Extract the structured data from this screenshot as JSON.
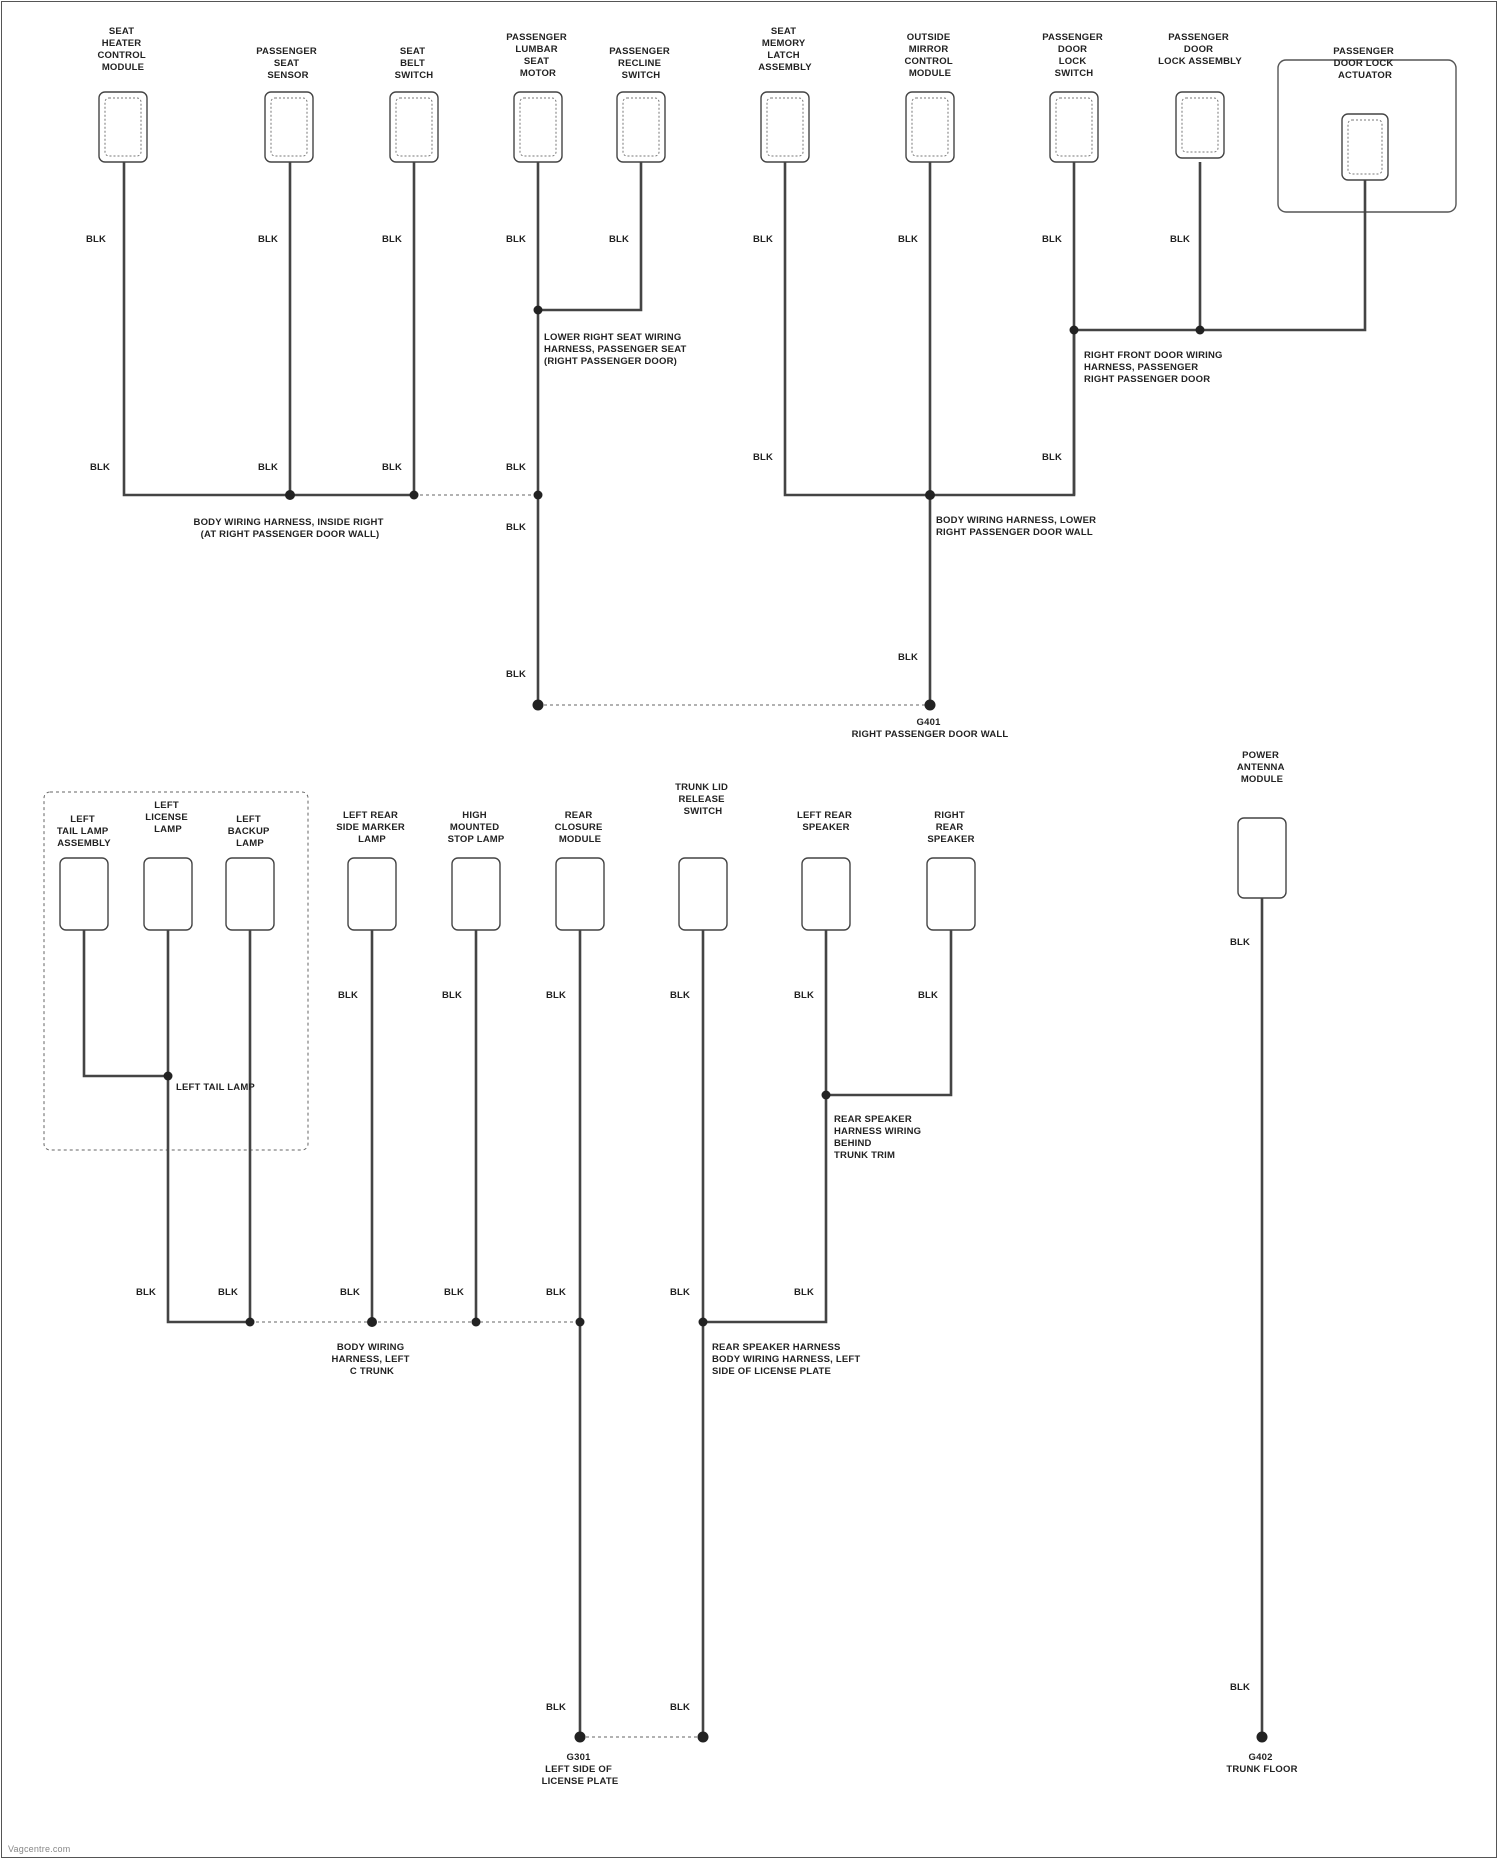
{
  "diagram": {
    "footer": "Vagcentre.com",
    "colors": {
      "wire": "#444444",
      "background": "#ffffff"
    },
    "top_components": [
      {
        "id": "c1",
        "label": [
          "SEAT",
          "HEATER",
          "CONTROL",
          "MODULE"
        ]
      },
      {
        "id": "c2",
        "label": [
          "PASSENGER",
          "SEAT",
          "SENSOR"
        ]
      },
      {
        "id": "c3",
        "label": [
          "SEAT",
          "BELT",
          "SWITCH"
        ]
      },
      {
        "id": "c4",
        "label": [
          "PASSENGER",
          "LUMBAR",
          "SEAT",
          "MOTOR"
        ]
      },
      {
        "id": "c5",
        "label": [
          "PASSENGER",
          "RECLINE",
          "SWITCH"
        ]
      },
      {
        "id": "c6",
        "label": [
          "SEAT",
          "MEMORY",
          "LATCH",
          "ASSEMBLY"
        ]
      },
      {
        "id": "c7",
        "label": [
          "OUTSIDE",
          "MIRROR",
          "CONTROL",
          "MODULE"
        ]
      },
      {
        "id": "c8",
        "label": [
          "PASSENGER",
          "DOOR",
          "LOCK",
          "SWITCH"
        ]
      },
      {
        "id": "c9",
        "label": [
          "PASSENGER",
          "DOOR",
          "LOCK ASSEMBLY"
        ]
      },
      {
        "id": "c10",
        "label": [
          "PASSENGER",
          "DOOR LOCK",
          "ACTUATOR"
        ]
      }
    ],
    "top_splices": [
      {
        "id": "s1",
        "label": [
          "BODY WIRING HARNESS, INSIDE RIGHT",
          "(AT RIGHT PASSENGER DOOR WALL)"
        ]
      },
      {
        "id": "s2",
        "label": [
          "LOWER RIGHT SEAT WIRING",
          "HARNESS, PASSENGER SEAT",
          "(RIGHT PASSENGER DOOR)"
        ]
      },
      {
        "id": "s3",
        "label": [
          "RIGHT FRONT DOOR WIRING",
          "HARNESS, PASSENGER",
          "RIGHT PASSENGER DOOR"
        ]
      },
      {
        "id": "s4",
        "label": [
          "BODY WIRING HARNESS, LOWER",
          "RIGHT PASSENGER DOOR WALL"
        ]
      },
      {
        "id": "g1",
        "label": [
          "G401",
          "RIGHT PASSENGER DOOR WALL"
        ]
      }
    ],
    "bottom_components": [
      {
        "id": "b1",
        "label": [
          "LEFT",
          "TAIL LAMP",
          "ASSEMBLY"
        ]
      },
      {
        "id": "b2",
        "label": [
          "LEFT",
          "LICENSE",
          "LAMP"
        ]
      },
      {
        "id": "b3",
        "label": [
          "LEFT",
          "BACKUP",
          "LAMP"
        ]
      },
      {
        "id": "b4",
        "label": [
          "LEFT REAR",
          "SIDE MARKER",
          "LAMP"
        ]
      },
      {
        "id": "b5",
        "label": [
          "HIGH",
          "MOUNTED",
          "STOP LAMP"
        ]
      },
      {
        "id": "b6",
        "label": [
          "REAR",
          "CLOSURE",
          "MODULE"
        ]
      },
      {
        "id": "b7",
        "label": [
          "TRUNK LID",
          "RELEASE",
          "SWITCH"
        ]
      },
      {
        "id": "b8",
        "label": [
          "LEFT REAR",
          "SPEAKER"
        ]
      },
      {
        "id": "b9",
        "label": [
          "RIGHT",
          "REAR",
          "SPEAKER"
        ]
      },
      {
        "id": "b10",
        "label": [
          "POWER",
          "ANTENNA",
          "MODULE"
        ]
      }
    ],
    "bottom_splices": [
      {
        "id": "s5",
        "label": [
          "LEFT TAIL LAMP"
        ]
      },
      {
        "id": "s6",
        "label": [
          "BODY WIRING",
          "HARNESS, LEFT",
          "C TRUNK"
        ]
      },
      {
        "id": "s7",
        "label": [
          "REAR SPEAKER HARNESS",
          "BODY WIRING HARNESS, LEFT",
          "SIDE OF LICENSE PLATE"
        ]
      },
      {
        "id": "s8",
        "label": [
          "REAR SPEAKER",
          "HARNESS WIRING",
          "BEHIND",
          "TRUNK TRIM"
        ]
      },
      {
        "id": "g2",
        "label": [
          "G301",
          "LEFT SIDE OF",
          "LICENSE PLATE"
        ]
      },
      {
        "id": "g3",
        "label": [
          "G402",
          "TRUNK FLOOR"
        ]
      }
    ],
    "wire_color_label": "BLK"
  }
}
